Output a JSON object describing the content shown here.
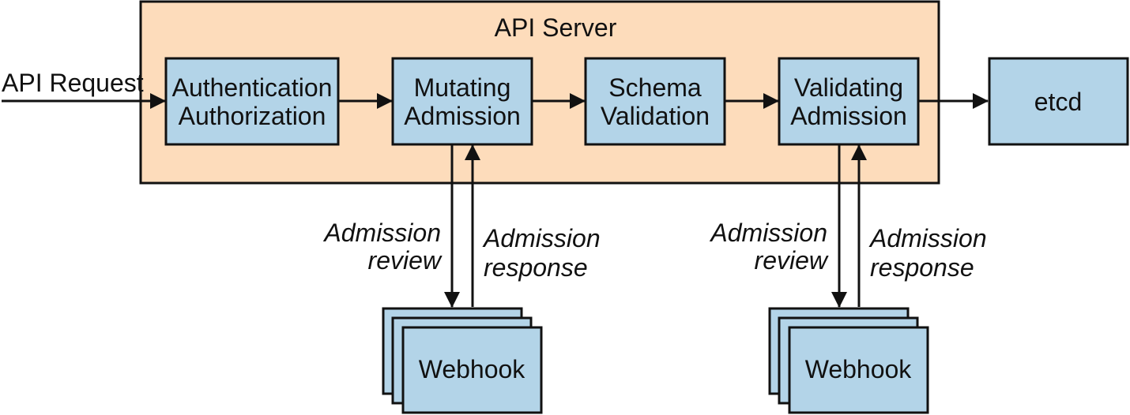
{
  "server": {
    "title": "API Server"
  },
  "request": {
    "label": "API Request"
  },
  "stages": {
    "auth": [
      "Authentication",
      "Authorization"
    ],
    "mutating": [
      "Mutating",
      "Admission"
    ],
    "schema": [
      "Schema",
      "Validation"
    ],
    "validating": [
      "Validating",
      "Admission"
    ]
  },
  "etcd": {
    "label": "etcd"
  },
  "webhook_flows": {
    "review": [
      "Admission",
      "review"
    ],
    "response": [
      "Admission",
      "response"
    ]
  },
  "webhook": {
    "label": "Webhook"
  }
}
